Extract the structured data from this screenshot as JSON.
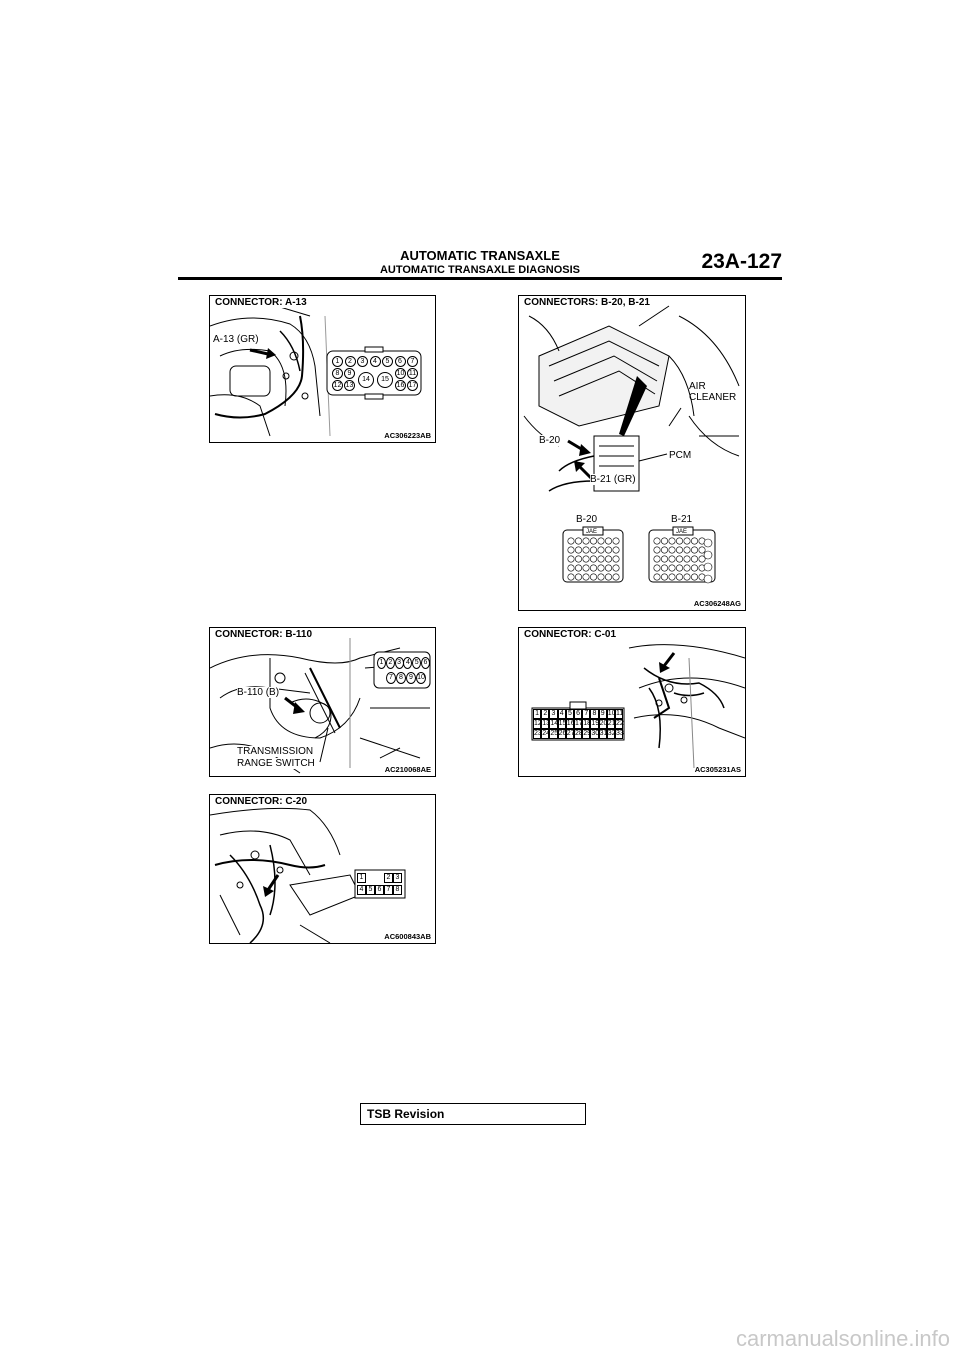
{
  "header": {
    "title": "AUTOMATIC TRANSAXLE",
    "subtitle": "AUTOMATIC TRANSAXLE DIAGNOSIS",
    "page_number": "23A-127"
  },
  "figures": {
    "a13": {
      "title": "CONNECTOR: A-13",
      "callout": "A-13 (GR)",
      "code": "AC306223AB",
      "pins": [
        "1",
        "2",
        "3",
        "4",
        "5",
        "6",
        "7",
        "8",
        "9",
        "10",
        "11",
        "12",
        "13",
        "14",
        "15",
        "16",
        "17"
      ]
    },
    "b20b21": {
      "title": "CONNECTORS: B-20, B-21",
      "air_cleaner": [
        "AIR",
        "CLEANER"
      ],
      "pcm": "PCM",
      "b20_callout": "B-20",
      "b21_callout": "B-21 (GR)",
      "b20_label": "B-20",
      "b21_label": "B-21",
      "jae": "JAE",
      "code": "AC306248AG"
    },
    "b110": {
      "title": "CONNECTOR: B-110",
      "callout": "B-110 (B)",
      "switch_label": [
        "TRANSMISSION",
        "RANGE SWITCH"
      ],
      "code": "AC210068AE",
      "pins": [
        "1",
        "2",
        "3",
        "4",
        "5",
        "6",
        "7",
        "8",
        "9",
        "10"
      ]
    },
    "c01": {
      "title": "CONNECTOR: C-01",
      "code": "AC305231AS",
      "pin_rows": [
        [
          "1",
          "2",
          "3",
          "4",
          "5",
          "6",
          "7",
          "8",
          "9",
          "10",
          "11"
        ],
        [
          "12",
          "13",
          "14",
          "15",
          "16",
          "17",
          "18",
          "19",
          "20",
          "21",
          "22"
        ],
        [
          "23",
          "24",
          "25",
          "26",
          "27",
          "28",
          "29",
          "30",
          "31",
          "32",
          "33"
        ]
      ]
    },
    "c20": {
      "title": "CONNECTOR: C-20",
      "code": "AC600843AB",
      "pin_rows": [
        [
          "1",
          "2",
          "3"
        ],
        [
          "4",
          "5",
          "6",
          "7",
          "8"
        ]
      ]
    }
  },
  "footer": {
    "revision_label": "TSB Revision"
  },
  "watermark": "carmanualsonline.info"
}
